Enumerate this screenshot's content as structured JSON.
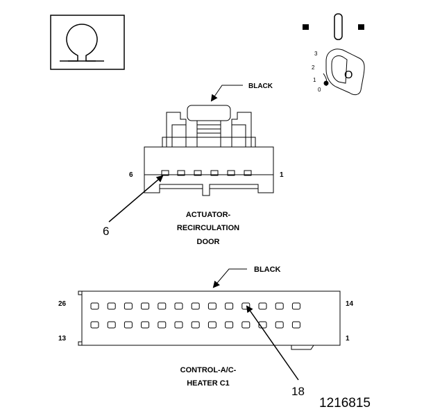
{
  "colors": {
    "line": "#000000",
    "background": "#ffffff"
  },
  "symbols": {
    "ohm_box": "ohm-symbol-icon",
    "ignition": "ignition-key-icon"
  },
  "ignition": {
    "positions": [
      "3",
      "2",
      "1",
      "0"
    ],
    "key_letter": "O"
  },
  "connector1": {
    "color_label": "BLACK",
    "pin_left": "6",
    "pin_right": "1",
    "callout": "6",
    "name_lines": [
      "ACTUATOR-",
      "RECIRCULATION",
      "DOOR"
    ]
  },
  "connector2": {
    "color_label": "BLACK",
    "pin_top_left": "26",
    "pin_top_right": "14",
    "pin_bottom_left": "13",
    "pin_bottom_right": "1",
    "callout": "18",
    "name_lines": [
      "CONTROL-A/C-",
      "HEATER C1"
    ]
  },
  "figure_number": "1216815"
}
